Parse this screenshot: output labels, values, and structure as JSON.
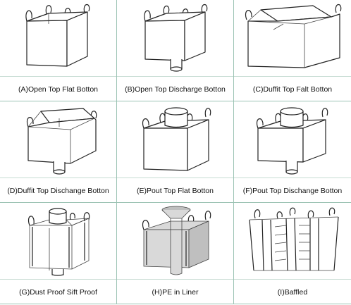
{
  "cells": [
    {
      "caption": "(A)Open Top Flat Botton",
      "icon": "open-top-flat-bottom-bag"
    },
    {
      "caption": "(B)Open Top Discharge Botton",
      "icon": "open-top-discharge-bottom-bag"
    },
    {
      "caption": "(C)Duffit Top Falt Botton",
      "icon": "duffle-top-flat-bottom-bag"
    },
    {
      "caption": "(D)Duffit Top Dischange Botton",
      "icon": "duffle-top-discharge-bottom-bag"
    },
    {
      "caption": "(E)Pout Top Flat Botton",
      "icon": "spout-top-flat-bottom-bag"
    },
    {
      "caption": "(F)Pout Top Dischange Botton",
      "icon": "spout-top-discharge-bottom-bag"
    },
    {
      "caption": "(G)Dust Proof Sift Proof",
      "icon": "dust-proof-bag"
    },
    {
      "caption": "(H)PE in Liner",
      "icon": "pe-liner-bag"
    },
    {
      "caption": "(I)Baffled",
      "icon": "baffled-bag"
    }
  ],
  "colors": {
    "grid_line": "#9cc3b4",
    "liner_gray": "#d9d9d9"
  }
}
